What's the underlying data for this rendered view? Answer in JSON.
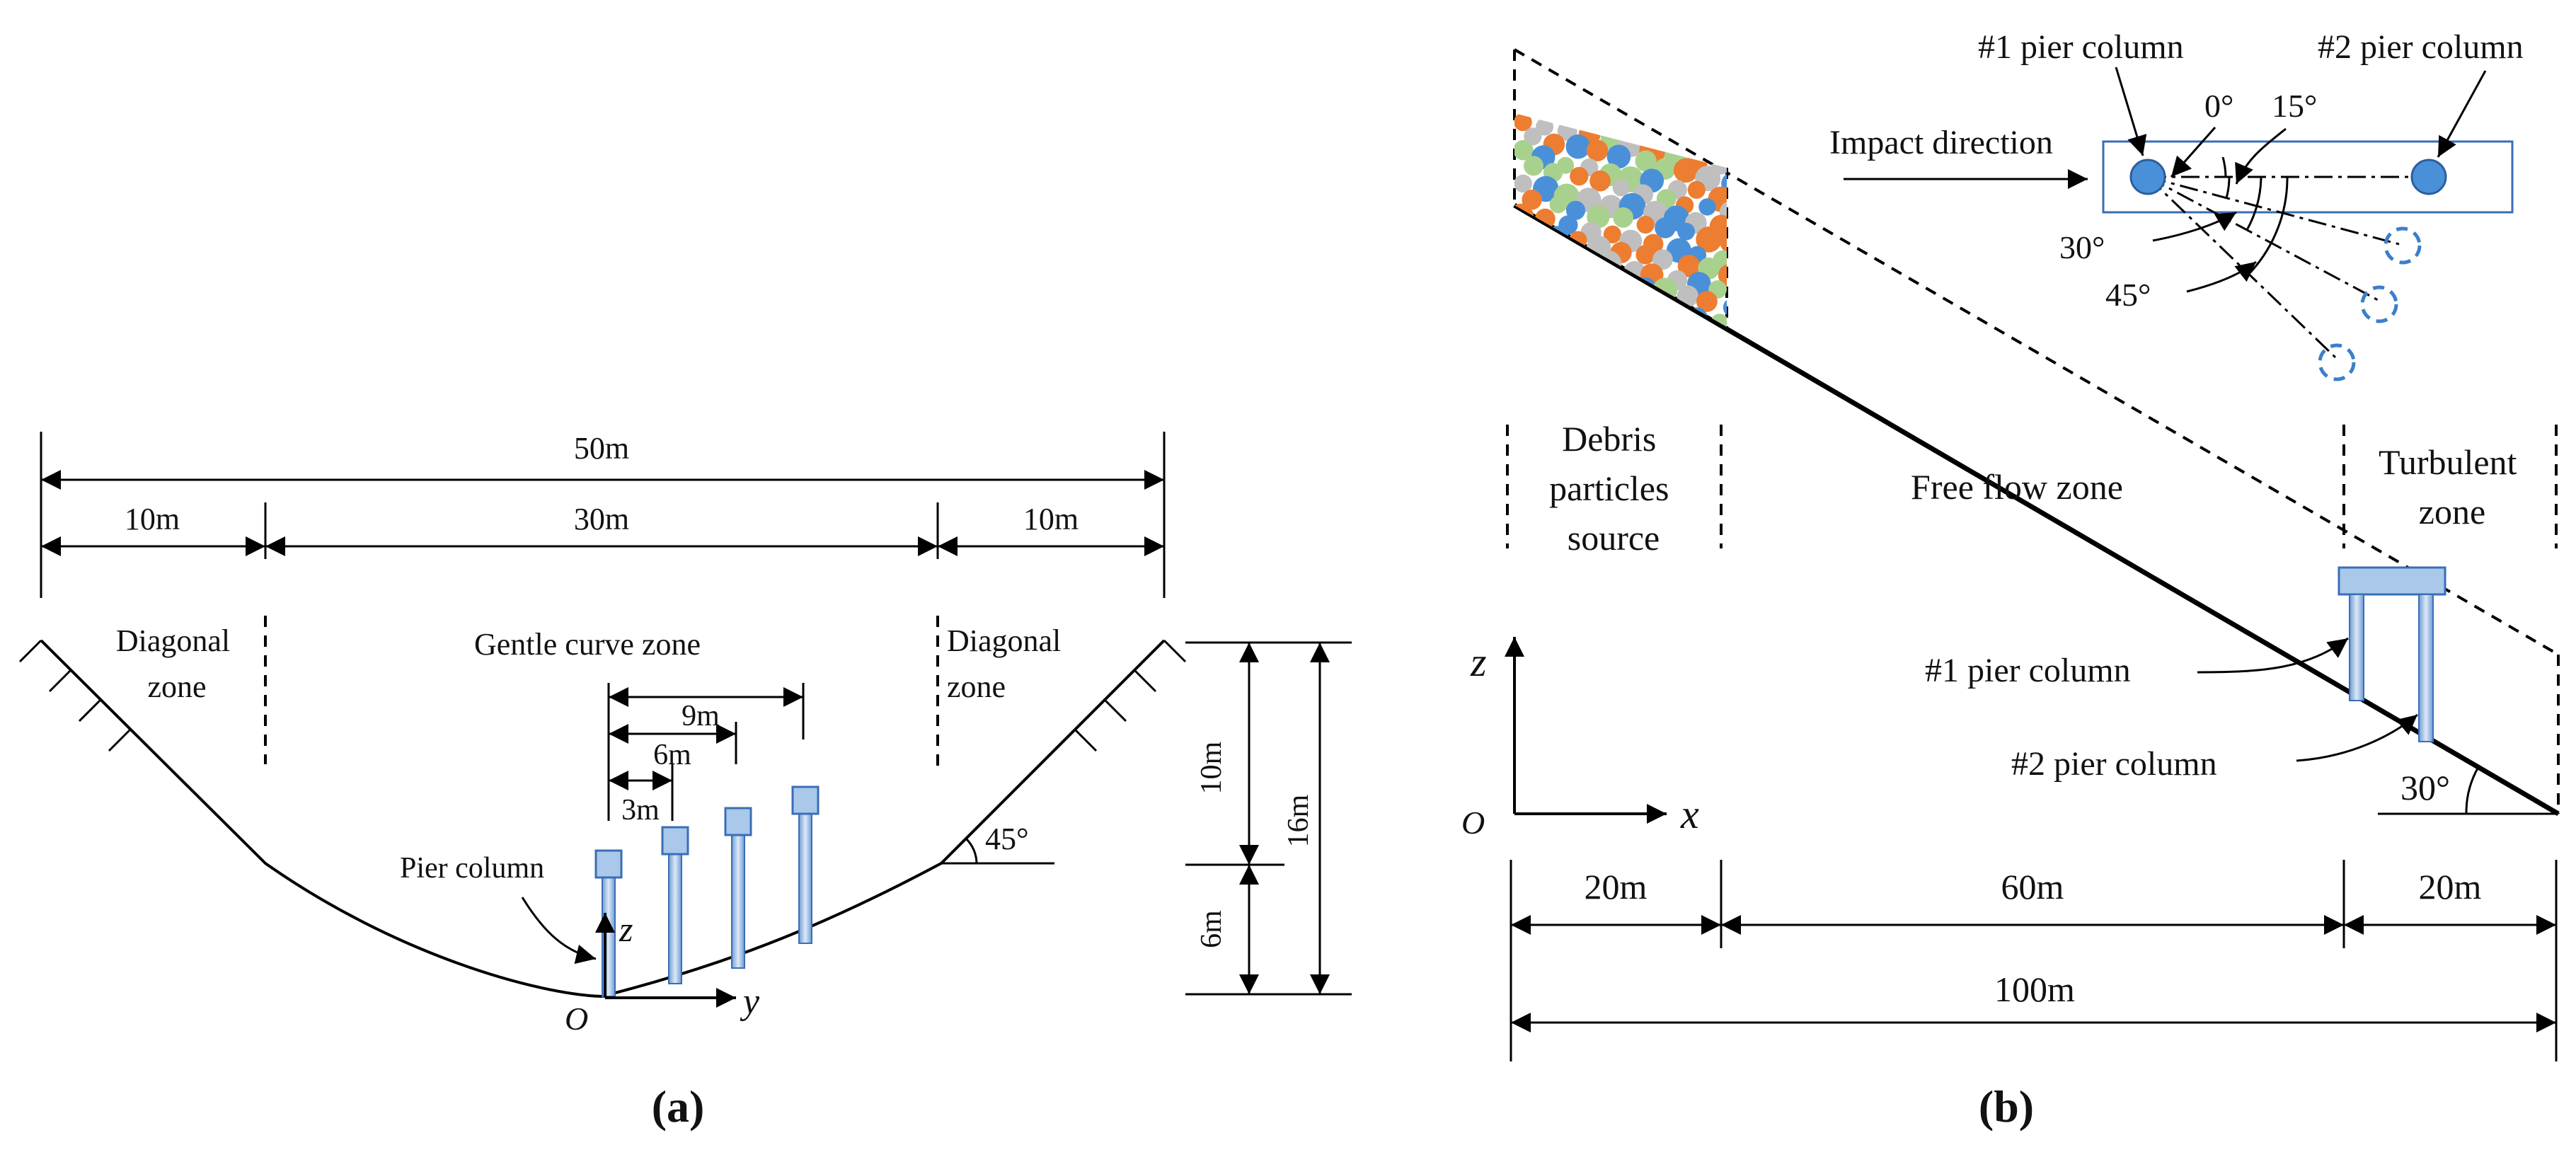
{
  "panel_a": {
    "caption": "(a)",
    "widths": {
      "total": "50m",
      "left": "10m",
      "middle": "30m",
      "right": "10m"
    },
    "zones": {
      "diagonal_left": [
        "Diagonal",
        "zone"
      ],
      "gentle": "Gentle curve zone",
      "diagonal_right": [
        "Diagonal",
        "zone"
      ]
    },
    "spacing": {
      "s3": "3m",
      "s6": "6m",
      "s9": "9m"
    },
    "heights": {
      "upper": "10m",
      "lower": "6m",
      "total": "16m"
    },
    "angle": "45°",
    "pier_label": "Pier column",
    "axes": {
      "z": "z",
      "y": "y",
      "origin": "O"
    }
  },
  "panel_b": {
    "caption": "(b)",
    "zones": {
      "source": [
        "Debris",
        "particles",
        "source"
      ],
      "free": "Free flow zone",
      "turbulent": [
        "Turbulent",
        "zone"
      ]
    },
    "lengths": {
      "left": "20m",
      "middle": "60m",
      "right": "20m",
      "total": "100m"
    },
    "slope_angle": "30°",
    "pier1": "#1 pier column",
    "pier2": "#2 pier column",
    "axes": {
      "z": "z",
      "x": "x",
      "origin": "O"
    },
    "inset": {
      "pier1": "#1 pier column",
      "pier2": "#2 pier column",
      "impact": "Impact direction",
      "angles": {
        "a0": "0°",
        "a15": "15°",
        "a30": "30°",
        "a45": "45°"
      }
    }
  },
  "colors": {
    "pier_fill": "#a9c8ea",
    "pier_stroke": "#3a6eb5",
    "particles": [
      "#ed7d31",
      "#a9d18e",
      "#4a90d9",
      "#bfbfbf"
    ]
  }
}
